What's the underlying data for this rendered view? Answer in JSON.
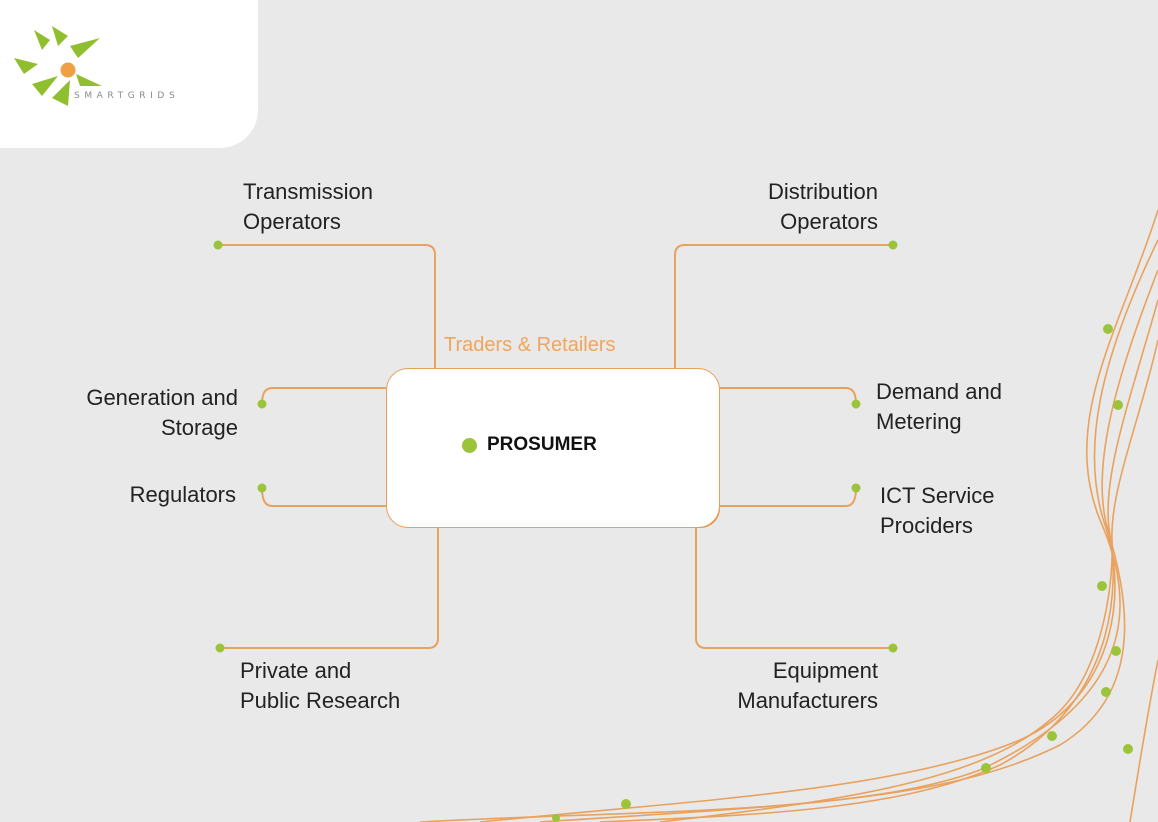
{
  "logo": {
    "text": "SMARTGRIDS"
  },
  "center": {
    "label": "PROSUMER"
  },
  "top_label": "Traders & Retailers",
  "stakeholders": {
    "transmission_operators": "Transmission\nOperators",
    "distribution_operators": "Distribution\nOperators",
    "generation_and_storage": "Generation and\nStorage",
    "regulators": "Regulators",
    "demand_and_metering": "Demand and\nMetering",
    "ict_service_providers": "ICT Service\nProciders",
    "private_and_public_research": "Private and\nPublic Research",
    "equipment_manufacturers": "Equipment\nManufacturers"
  },
  "colors": {
    "connector": "#e9a25e",
    "node_dot": "#9bc43b",
    "box_accent": "#e8893a",
    "background": "#e9e9e9",
    "traders_text": "#f0a55a"
  }
}
